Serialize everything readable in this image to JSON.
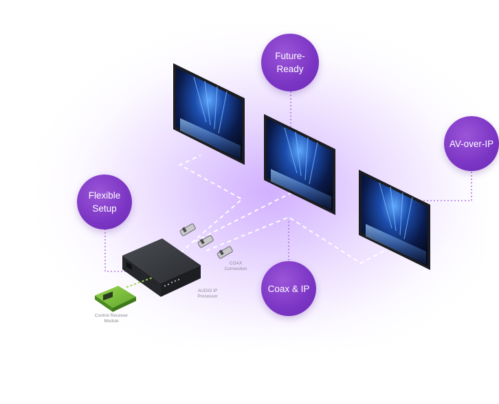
{
  "bubbles": {
    "future_ready": "Future-Ready",
    "av_over_ip": "AV-over-IP",
    "flexible_setup": "Flexible Setup",
    "coax_ip": "Coax & IP"
  },
  "labels": {
    "coax_connection": "COAX Connection",
    "audio_ip_processor": "AUDIO IP Processor",
    "control_receiver_module": "Control Receiver Module"
  },
  "colors": {
    "bubble_purple": "#7b35c4",
    "dotted_line": "#b17ae0",
    "dashed_cable": "#ffffff",
    "green_module": "#7cc23a"
  }
}
